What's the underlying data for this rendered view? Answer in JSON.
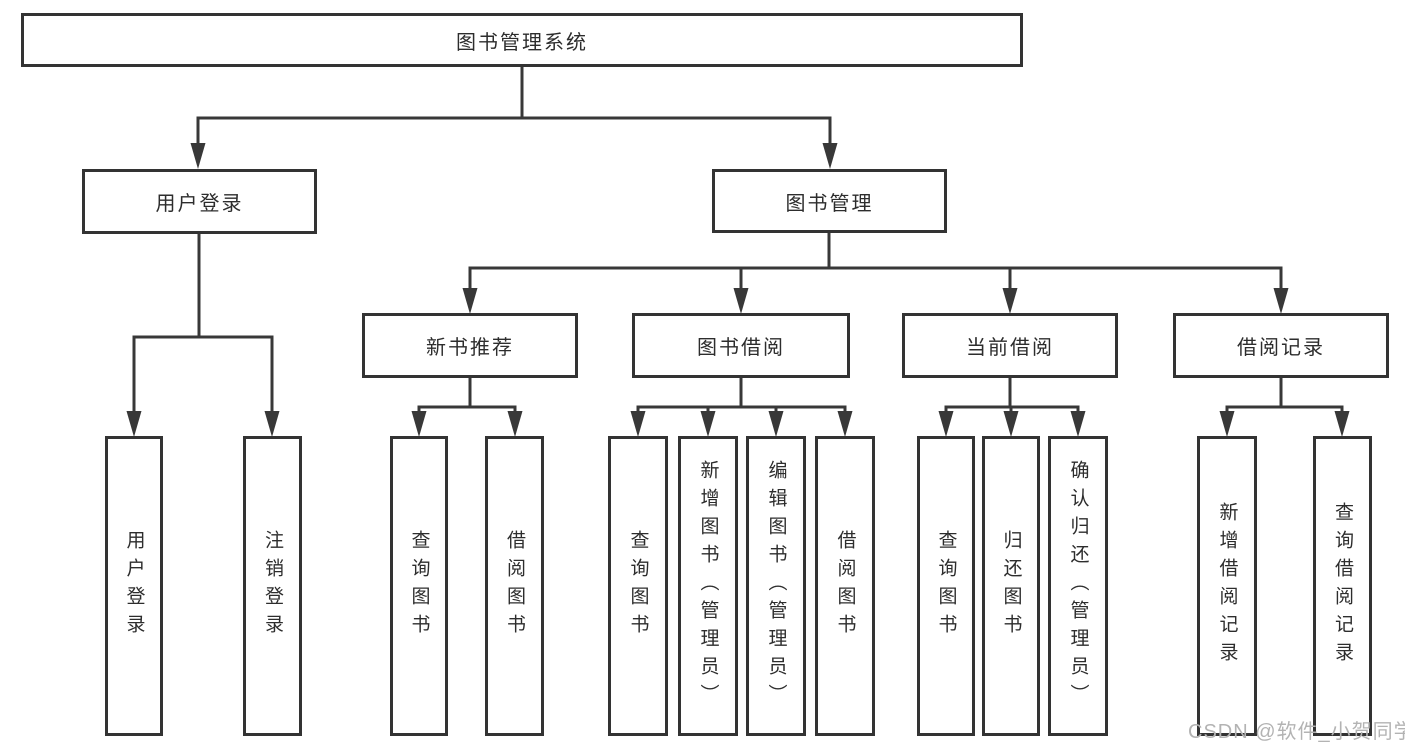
{
  "watermark": "CSDN @软件_小贺同学",
  "colors": {
    "line": "#383838",
    "box_border": "#333333",
    "text": "#2d2d2d",
    "watermark": "#b3b3b3",
    "background": "#ffffff"
  },
  "nodes": {
    "root": "图书管理系统",
    "user_login": "用户登录",
    "book_mgmt": "图书管理",
    "new_book_rec": "新书推荐",
    "book_borrow": "图书借阅",
    "current_borrow": "当前借阅",
    "borrow_record": "借阅记录",
    "leaf_user_login": "用户登录",
    "leaf_logout": "注销登录",
    "leaf_nbr_query": "查询图书",
    "leaf_nbr_borrow": "借阅图书",
    "leaf_bb_query": "查询图书",
    "leaf_bb_add": "新增图书（管理员）",
    "leaf_bb_edit": "编辑图书（管理员）",
    "leaf_bb_borrow": "借阅图书",
    "leaf_cb_query": "查询图书",
    "leaf_cb_return": "归还图书",
    "leaf_cb_confirm": "确认归还（管理员）",
    "leaf_br_add": "新增借阅记录",
    "leaf_br_query": "查询借阅记录"
  },
  "hierarchy": {
    "图书管理系统": {
      "用户登录": [
        "用户登录",
        "注销登录"
      ],
      "图书管理": {
        "新书推荐": [
          "查询图书",
          "借阅图书"
        ],
        "图书借阅": [
          "查询图书",
          "新增图书（管理员）",
          "编辑图书（管理员）",
          "借阅图书"
        ],
        "当前借阅": [
          "查询图书",
          "归还图书",
          "确认归还（管理员）"
        ],
        "借阅记录": [
          "新增借阅记录",
          "查询借阅记录"
        ]
      }
    }
  }
}
